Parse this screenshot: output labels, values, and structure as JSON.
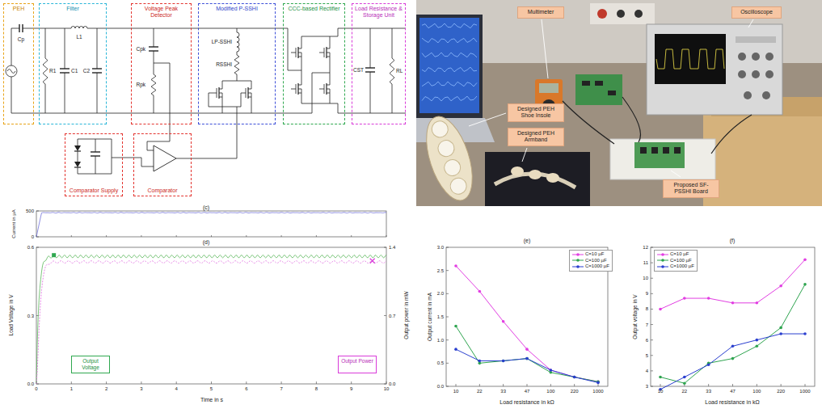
{
  "diagram": {
    "nodes": [
      {
        "text": [
          "PEH"
        ]
      },
      {
        "text": [
          "Filter"
        ]
      },
      {
        "text": [
          "Voltage Peak Detector"
        ]
      },
      {
        "text": [
          "Modified P-SSHI"
        ]
      },
      {
        "text": [
          "CCC-based Rectifier"
        ]
      },
      {
        "text": [
          "Load Resistance & Storage Unit"
        ]
      },
      {
        "text": [
          "Comparator Supply"
        ]
      },
      {
        "text": [
          "Comparator"
        ]
      },
      {
        "text": [
          "Multimeter"
        ]
      },
      {
        "text": [
          "Oscilloscope"
        ]
      },
      {
        "text": [
          "Designed PEH Shoe Insole"
        ]
      },
      {
        "text": [
          "Designed PEH Armband"
        ]
      },
      {
        "text": [
          "Proposed SF-PSSHI Board"
        ]
      },
      {
        "text": [
          "Output Voltage"
        ]
      },
      {
        "text": [
          "Output Power"
        ]
      }
    ],
    "edges": [
      {
        "from": 0,
        "to": 1,
        "arrow": "none"
      },
      {
        "from": 1,
        "to": 2,
        "arrow": "none"
      },
      {
        "from": 2,
        "to": 3,
        "arrow": "none"
      },
      {
        "from": 3,
        "to": 4,
        "arrow": "none"
      },
      {
        "from": 4,
        "to": 5,
        "arrow": "none"
      },
      {
        "from": 2,
        "to": 7,
        "arrow": "none"
      },
      {
        "from": 6,
        "to": 7,
        "arrow": "none"
      },
      {
        "from": 7,
        "to": 3,
        "arrow": "none"
      }
    ],
    "labels": [
      "Cp",
      "R1",
      "C1",
      "L1",
      "C2",
      "Cpk",
      "Rpk",
      "LP-SSHI",
      "RSSHI",
      "CST",
      "RL",
      "(c)",
      "Current in µA",
      "500",
      "0",
      "(d)",
      "Load Voltage in V",
      "Output power in mW",
      "0.0",
      "0.3",
      "0.6",
      "0.0",
      "0.7",
      "1.4",
      "0",
      "1",
      "2",
      "3",
      "4",
      "5",
      "6",
      "7",
      "8",
      "9",
      "10",
      "Time in s",
      "(e)",
      "Output current in mA",
      "0.0",
      "0.5",
      "1.0",
      "1.5",
      "2.0",
      "2.5",
      "3.0",
      "10",
      "22",
      "33",
      "47",
      "100",
      "220",
      "1000",
      "Load resistance in kΩ",
      "(f)",
      "Output voltage in V",
      "3",
      "4",
      "5",
      "6",
      "7",
      "8",
      "9",
      "10",
      "11",
      "12",
      "10",
      "22",
      "33",
      "47",
      "100",
      "220",
      "1000",
      "Load resistance in kΩ"
    ],
    "legend": [
      {
        "text": "C=10 µF"
      },
      {
        "text": "C=100 µF"
      },
      {
        "text": "C=1000 µF"
      },
      {
        "text": "C=10 µF"
      },
      {
        "text": "C=100 µF"
      },
      {
        "text": "C=1000 µF"
      }
    ]
  }
}
